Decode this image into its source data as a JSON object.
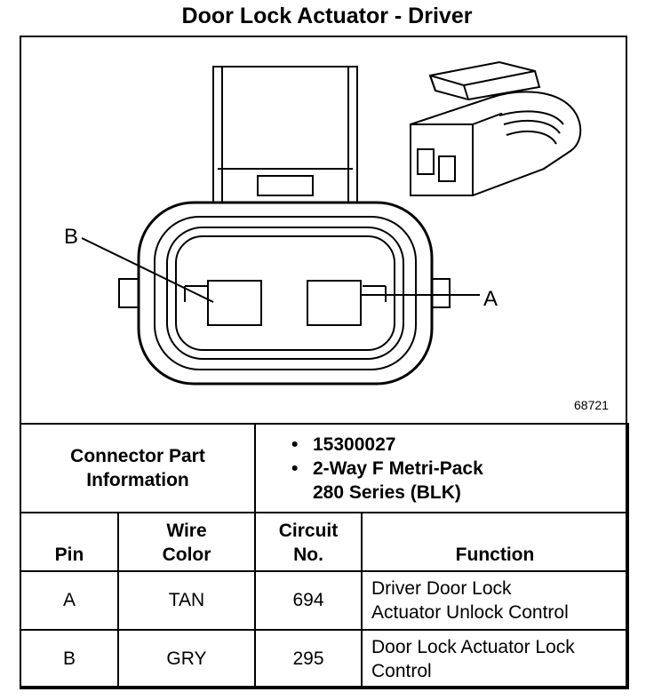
{
  "title": "Door Lock Actuator - Driver",
  "figure_number": "68721",
  "pin_labels": {
    "b": "B",
    "a": "A"
  },
  "connector_info": {
    "label_line1": "Connector Part",
    "label_line2": "Information",
    "part_number": "15300027",
    "description_line1": "2-Way F Metri-Pack",
    "description_line2": "280 Series (BLK)"
  },
  "headers": {
    "pin": "Pin",
    "wire_line1": "Wire",
    "wire_line2": "Color",
    "circuit_line1": "Circuit",
    "circuit_line2": "No.",
    "function": "Function"
  },
  "rows": [
    {
      "pin": "A",
      "color": "TAN",
      "circuit": "694",
      "function_line1": "Driver Door Lock",
      "function_line2": "Actuator Unlock Control"
    },
    {
      "pin": "B",
      "color": "GRY",
      "circuit": "295",
      "function_line1": "Door Lock Actuator Lock",
      "function_line2": "Control"
    }
  ]
}
